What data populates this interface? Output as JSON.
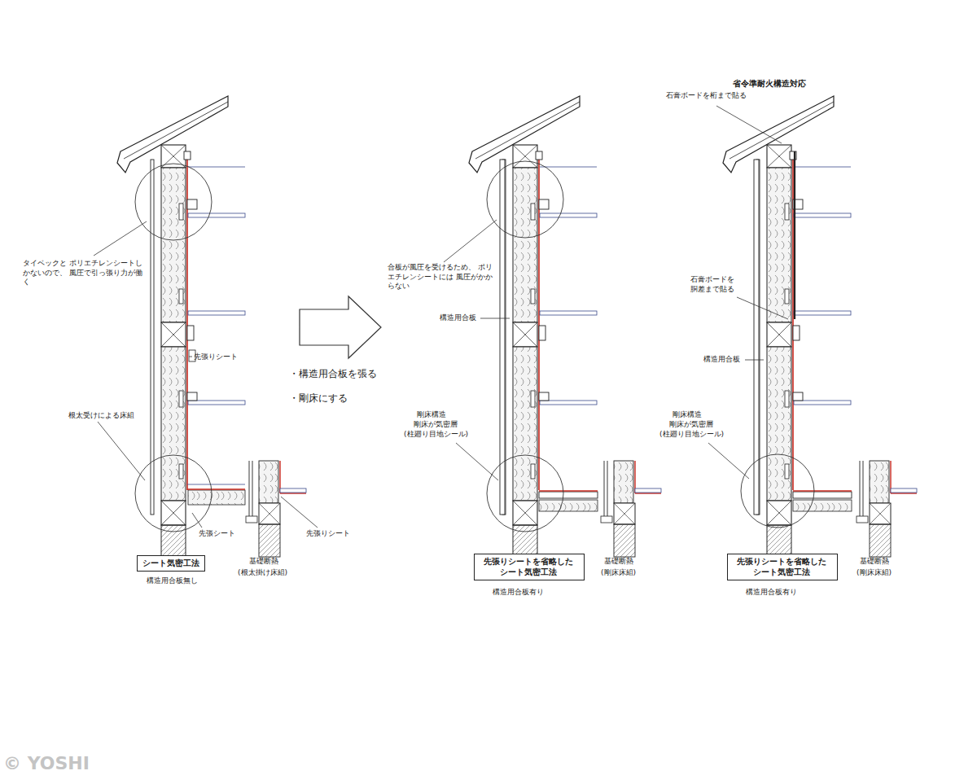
{
  "diagram": {
    "nodes": [
      {
        "text": [
          "シート気密工法"
        ]
      },
      {
        "text": [
          "先張りシートを省略した シート気密工法"
        ]
      },
      {
        "text": [
          "先張りシートを省略した シート気密工法"
        ]
      }
    ],
    "labels": [
      "省令準耐火構造対応",
      "石膏ボードを桁まで貼る",
      "タイベックと ポリエチレンシートしかないので、 風圧で引っ張り力が働く",
      "先張りシート",
      "根太受けによる床組",
      "先張シート",
      "先張りシート",
      "構造用合板無し",
      "基礎断熱",
      "(根太掛け床組)",
      "・構造用合板を張る",
      "・剛床にする",
      "合板が風圧を受けるため、 ポリエチレンシートには 風圧がかからない",
      "構造用合板",
      "剛床構造",
      "剛床が気密層",
      "(柱廻り目地シール)",
      "構造用合板有り",
      "基礎断熱",
      "(剛床床組)",
      "石膏ボードを 胴差まで貼る",
      "構造用合板",
      "剛床構造",
      "剛床が気密層",
      "(柱廻り目地シール)",
      "構造用合板有り",
      "基礎断熱",
      "(剛床床組)",
      "© YOSHI"
    ]
  }
}
